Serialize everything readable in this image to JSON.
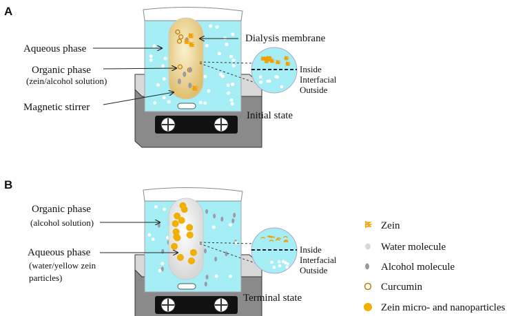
{
  "panel_a": {
    "label": "A",
    "aqueous_phase": "Aqueous phase",
    "organic_phase": "Organic phase",
    "organic_detail": "(zein/alcohol solution)",
    "magnetic_stirrer": "Magnetic stirrer",
    "dialysis_membrane": "Dialysis membrane",
    "inside": "Inside",
    "interfacial": "Interfacial",
    "outside": "Outside",
    "state": "Initial state"
  },
  "panel_b": {
    "label": "B",
    "organic_phase": "Organic phase",
    "organic_detail": "(alcohol solution)",
    "aqueous_phase": "Aqueous phase",
    "aqueous_detail_1": "(water/yellow zein",
    "aqueous_detail_2": "particles)",
    "inside": "Inside",
    "interfacial": "Interfacial",
    "outside": "Outside",
    "state": "Terminal state"
  },
  "legend": [
    {
      "icon": "zein-icon",
      "label": "Zein"
    },
    {
      "icon": "water-molecule-icon",
      "label": "Water molecule"
    },
    {
      "icon": "alcohol-molecule-icon",
      "label": "Alcohol molecule"
    },
    {
      "icon": "curcumin-icon",
      "label": "Curcumin"
    },
    {
      "icon": "nanoparticle-icon",
      "label": "Zein micro- and nanoparticles"
    }
  ],
  "colors": {
    "water": "#a6eef5",
    "zein": "#f0a000",
    "membrane": "#f2dca0",
    "alcohol": "#9a9aa8",
    "plate": "#d8d8d8"
  }
}
